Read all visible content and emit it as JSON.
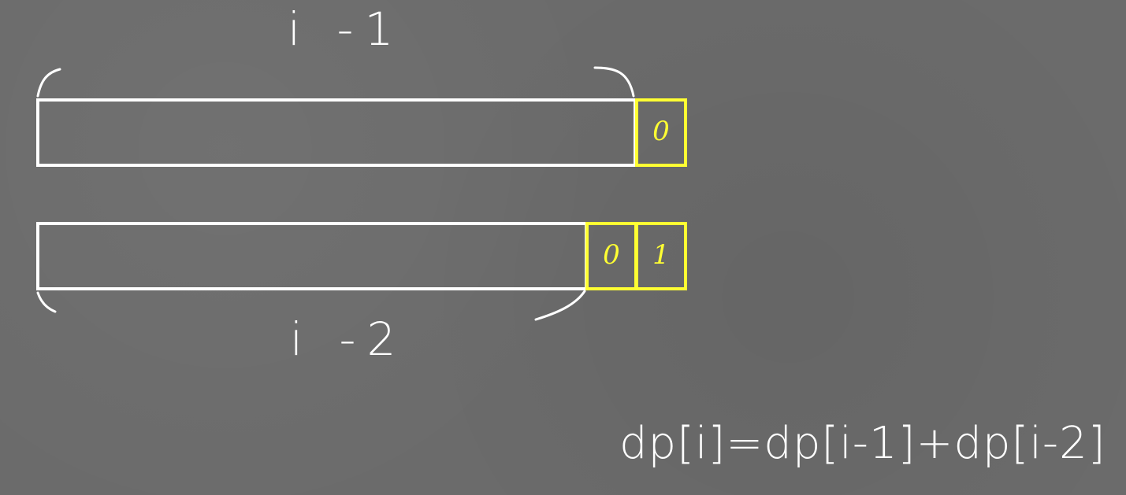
{
  "diagram": {
    "top_label": "i -1",
    "bottom_label": "i -2",
    "top_row_cells": [
      "0"
    ],
    "bottom_row_cells": [
      "0",
      "1"
    ],
    "formula": "dp[i]=dp[i-1]+dp[i-2]"
  },
  "colors": {
    "background": "#6b6b6b",
    "stroke": "#ffffff",
    "highlight": "#ffff33"
  }
}
